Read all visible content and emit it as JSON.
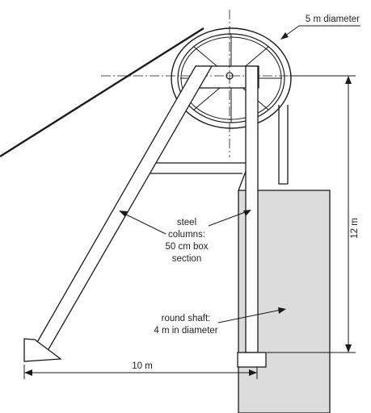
{
  "labels": {
    "wheel_diameter": "5 m diameter",
    "steel_columns": [
      "steel",
      "columns:",
      "50 cm box",
      "section"
    ],
    "round_shaft": [
      "round shaft:",
      "4 m in diameter"
    ],
    "height": "12 m",
    "base_length": "10 m"
  },
  "colors": {
    "line": "#1a1a1a",
    "shaft_fill": "#dcdcdc",
    "background": "#ffffff"
  }
}
